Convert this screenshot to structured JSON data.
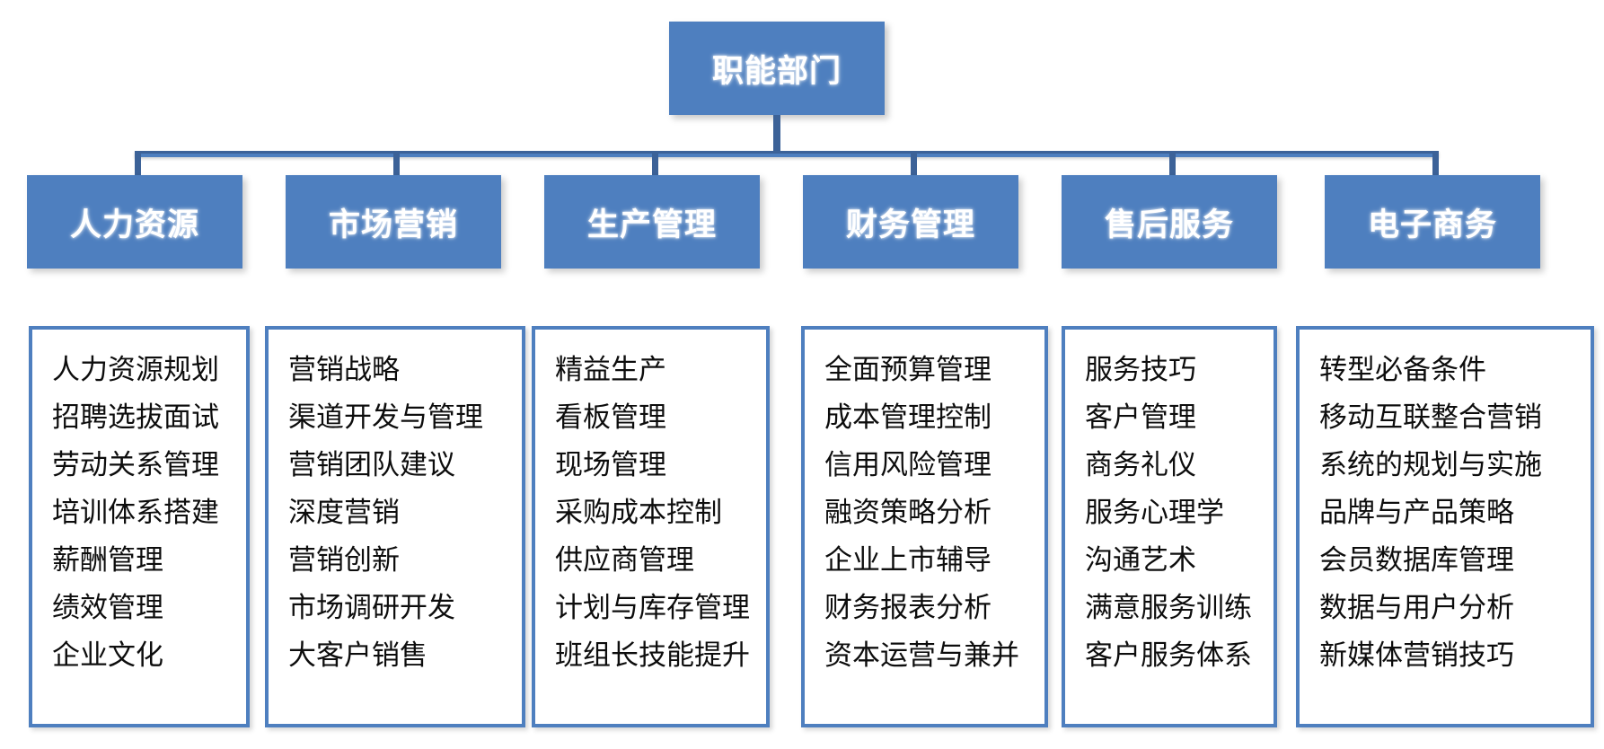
{
  "diagram": {
    "type": "organizational-chart",
    "root": {
      "label": "职能部门"
    },
    "accent_colors": {
      "node_fill": "#4E7FBF",
      "node_text": "#FFFFFF",
      "connector": "#3C6298",
      "list_border": "#4E7FBF",
      "list_text": "#0D0D0D",
      "background": "#FFFFFF"
    },
    "departments": [
      {
        "label": "人力资源",
        "items": [
          "人力资源规划",
          "招聘选拔面试",
          "劳动关系管理",
          "培训体系搭建",
          "薪酬管理",
          "绩效管理",
          "企业文化"
        ]
      },
      {
        "label": "市场营销",
        "items": [
          "营销战略",
          "渠道开发与管理",
          "营销团队建议",
          "深度营销",
          "营销创新",
          "市场调研开发",
          "大客户销售"
        ]
      },
      {
        "label": "生产管理",
        "items": [
          "精益生产",
          "看板管理",
          "现场管理",
          "采购成本控制",
          "供应商管理",
          "计划与库存管理",
          "班组长技能提升"
        ]
      },
      {
        "label": "财务管理",
        "items": [
          "全面预算管理",
          "成本管理控制",
          "信用风险管理",
          "融资策略分析",
          "企业上市辅导",
          "财务报表分析",
          "资本运营与兼并"
        ]
      },
      {
        "label": "售后服务",
        "items": [
          "服务技巧",
          "客户管理",
          "商务礼仪",
          "服务心理学",
          "沟通艺术",
          "满意服务训练",
          "客户服务体系"
        ]
      },
      {
        "label": "电子商务",
        "items": [
          "转型必备条件",
          "移动互联整合营销",
          "系统的规划与实施",
          "品牌与产品策略",
          "会员数据库管理",
          "数据与用户分析",
          "新媒体营销技巧"
        ]
      }
    ]
  }
}
